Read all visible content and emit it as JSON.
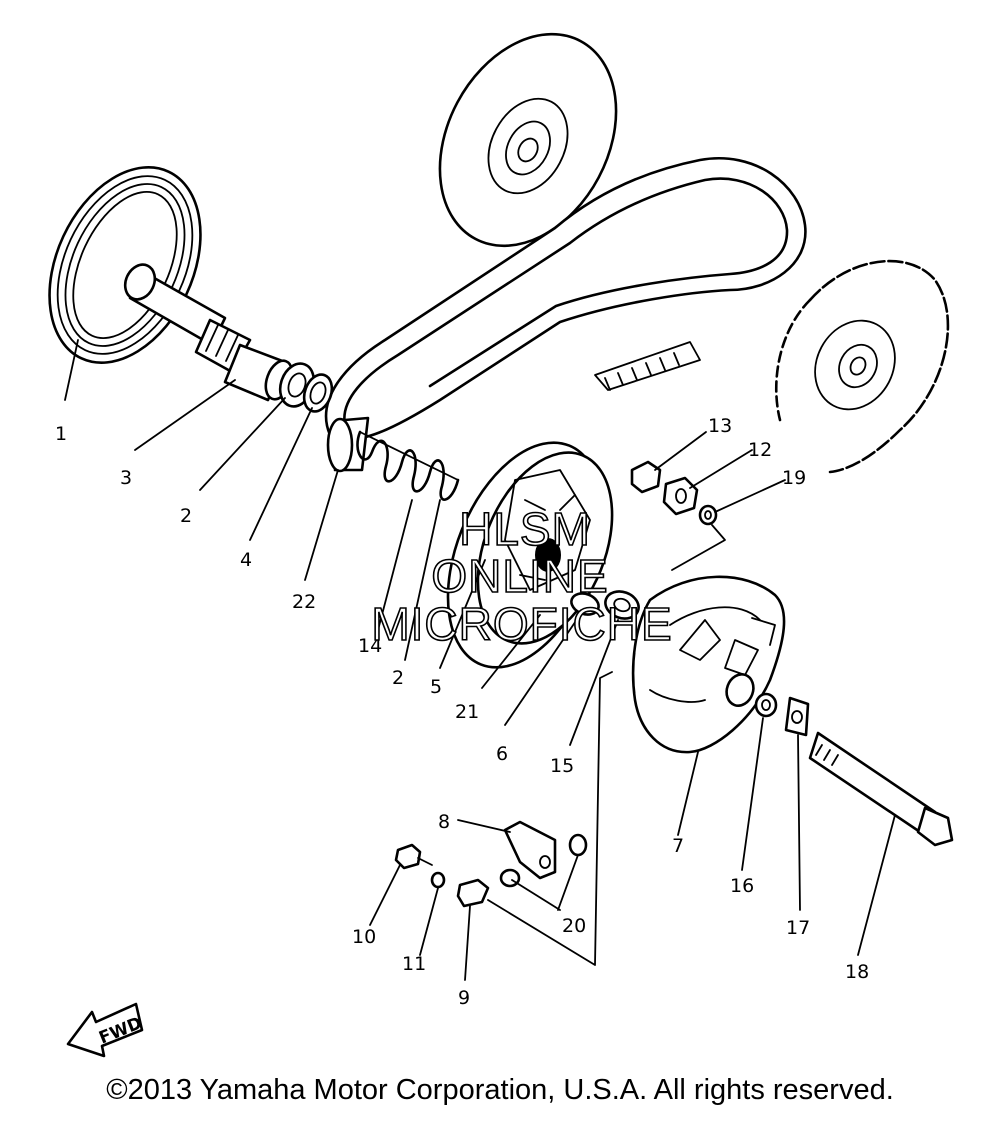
{
  "diagram": {
    "callouts": [
      {
        "id": "p1",
        "label": "1"
      },
      {
        "id": "p3",
        "label": "3"
      },
      {
        "id": "p2a",
        "label": "2"
      },
      {
        "id": "p4",
        "label": "4"
      },
      {
        "id": "p22",
        "label": "22"
      },
      {
        "id": "p14",
        "label": "14"
      },
      {
        "id": "p2b",
        "label": "2"
      },
      {
        "id": "p5",
        "label": "5"
      },
      {
        "id": "p21",
        "label": "21"
      },
      {
        "id": "p6",
        "label": "6"
      },
      {
        "id": "p15",
        "label": "15"
      },
      {
        "id": "p13",
        "label": "13"
      },
      {
        "id": "p12",
        "label": "12"
      },
      {
        "id": "p19",
        "label": "19"
      },
      {
        "id": "p7",
        "label": "7"
      },
      {
        "id": "p16",
        "label": "16"
      },
      {
        "id": "p17",
        "label": "17"
      },
      {
        "id": "p18",
        "label": "18"
      },
      {
        "id": "p8",
        "label": "8"
      },
      {
        "id": "p20",
        "label": "20"
      },
      {
        "id": "p10",
        "label": "10"
      },
      {
        "id": "p11",
        "label": "11"
      },
      {
        "id": "p9",
        "label": "9"
      }
    ],
    "watermark": [
      "HLSM",
      "ONLINE",
      "MICROFICHE"
    ],
    "fwd_label": "FWD"
  },
  "footer": {
    "copyright": "©2013 Yamaha Motor Corporation, U.S.A. All rights reserved."
  }
}
